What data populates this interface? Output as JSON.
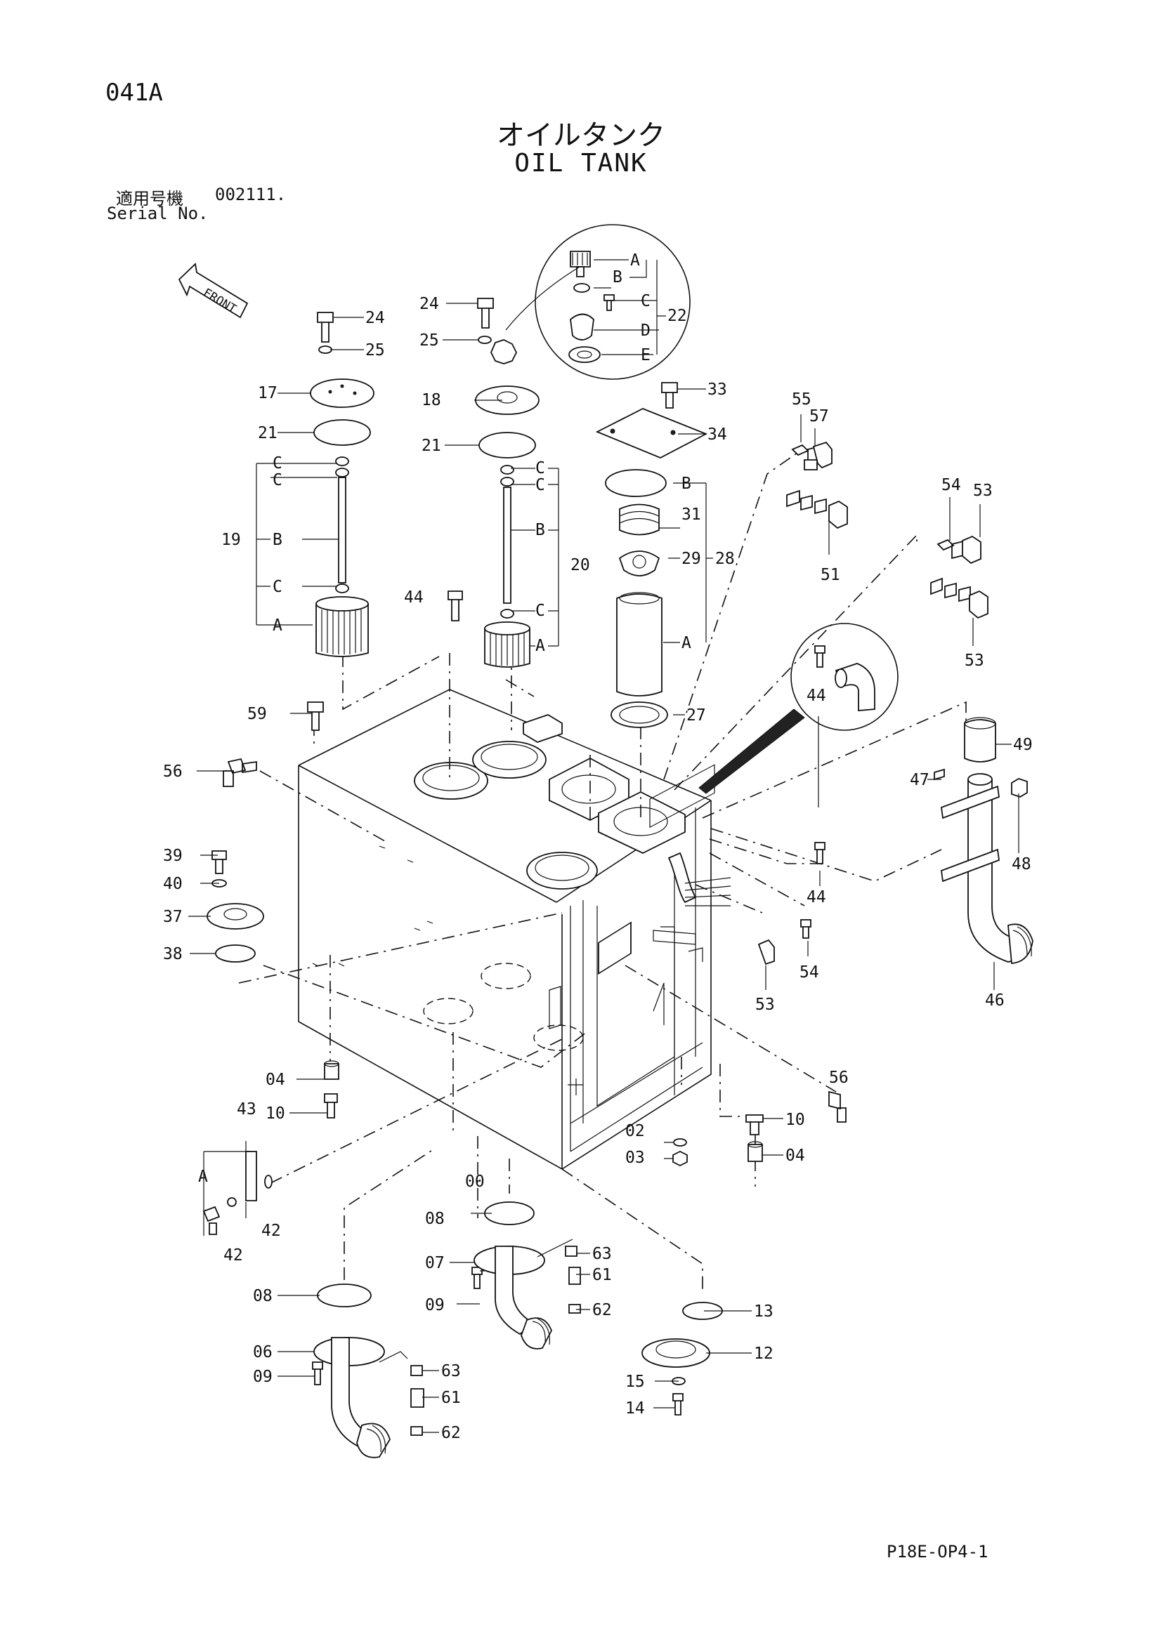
{
  "header": {
    "page_code": "041A",
    "title_jp": "オイルタンク",
    "title_en": "OIL TANK",
    "serial_label_jp": "適用号機",
    "serial_value": "002111.",
    "serial_label_en": "Serial No."
  },
  "front_arrow_label": "FRONT",
  "doc_code": "P18E-OP4-1",
  "callouts": [
    {
      "id": "c24a",
      "text": "24"
    },
    {
      "id": "c25a",
      "text": "25"
    },
    {
      "id": "c17",
      "text": "17"
    },
    {
      "id": "c21a",
      "text": "21"
    },
    {
      "id": "c19",
      "text": "19"
    },
    {
      "id": "c19B",
      "text": "B"
    },
    {
      "id": "c19C1",
      "text": "C"
    },
    {
      "id": "c19C2",
      "text": "C"
    },
    {
      "id": "c19C3",
      "text": "C"
    },
    {
      "id": "c19A",
      "text": "A"
    },
    {
      "id": "c24b",
      "text": "24"
    },
    {
      "id": "c25b",
      "text": "25"
    },
    {
      "id": "c18",
      "text": "18"
    },
    {
      "id": "c21b",
      "text": "21"
    },
    {
      "id": "c20",
      "text": "20"
    },
    {
      "id": "c20B",
      "text": "B"
    },
    {
      "id": "c20C1",
      "text": "C"
    },
    {
      "id": "c20C2",
      "text": "C"
    },
    {
      "id": "c20C3",
      "text": "C"
    },
    {
      "id": "c20A",
      "text": "A"
    },
    {
      "id": "c22",
      "text": "22"
    },
    {
      "id": "c22A",
      "text": "A"
    },
    {
      "id": "c22B",
      "text": "B"
    },
    {
      "id": "c22C",
      "text": "C"
    },
    {
      "id": "c22D",
      "text": "D"
    },
    {
      "id": "c22E",
      "text": "E"
    },
    {
      "id": "c33",
      "text": "33"
    },
    {
      "id": "c34",
      "text": "34"
    },
    {
      "id": "c28",
      "text": "28"
    },
    {
      "id": "c28B",
      "text": "B"
    },
    {
      "id": "c31",
      "text": "31"
    },
    {
      "id": "c29",
      "text": "29"
    },
    {
      "id": "c28A",
      "text": "A"
    },
    {
      "id": "c27",
      "text": "27"
    },
    {
      "id": "c55",
      "text": "55"
    },
    {
      "id": "c57",
      "text": "57"
    },
    {
      "id": "c51",
      "text": "51"
    },
    {
      "id": "c54a",
      "text": "54"
    },
    {
      "id": "c53a",
      "text": "53"
    },
    {
      "id": "c53b",
      "text": "53"
    },
    {
      "id": "c44a",
      "text": "44"
    },
    {
      "id": "c44b",
      "text": "44"
    },
    {
      "id": "c44c",
      "text": "44"
    },
    {
      "id": "c49",
      "text": "49"
    },
    {
      "id": "c47",
      "text": "47"
    },
    {
      "id": "c48",
      "text": "48"
    },
    {
      "id": "c46",
      "text": "46"
    },
    {
      "id": "c54b",
      "text": "54"
    },
    {
      "id": "c53c",
      "text": "53"
    },
    {
      "id": "c59",
      "text": "59"
    },
    {
      "id": "c56a",
      "text": "56"
    },
    {
      "id": "c56b",
      "text": "56"
    },
    {
      "id": "c39",
      "text": "39"
    },
    {
      "id": "c40",
      "text": "40"
    },
    {
      "id": "c37",
      "text": "37"
    },
    {
      "id": "c38",
      "text": "38"
    },
    {
      "id": "c04a",
      "text": "04"
    },
    {
      "id": "c10a",
      "text": "10"
    },
    {
      "id": "c43",
      "text": "43"
    },
    {
      "id": "c43A",
      "text": "A"
    },
    {
      "id": "c42a",
      "text": "42"
    },
    {
      "id": "c42b",
      "text": "42"
    },
    {
      "id": "c00",
      "text": "00"
    },
    {
      "id": "c02",
      "text": "02"
    },
    {
      "id": "c03",
      "text": "03"
    },
    {
      "id": "c10b",
      "text": "10"
    },
    {
      "id": "c04b",
      "text": "04"
    },
    {
      "id": "c08a",
      "text": "08"
    },
    {
      "id": "c07",
      "text": "07"
    },
    {
      "id": "c09a",
      "text": "09"
    },
    {
      "id": "c63a",
      "text": "63"
    },
    {
      "id": "c61a",
      "text": "61"
    },
    {
      "id": "c62a",
      "text": "62"
    },
    {
      "id": "c13",
      "text": "13"
    },
    {
      "id": "c12",
      "text": "12"
    },
    {
      "id": "c15",
      "text": "15"
    },
    {
      "id": "c14",
      "text": "14"
    },
    {
      "id": "c08b",
      "text": "08"
    },
    {
      "id": "c06",
      "text": "06"
    },
    {
      "id": "c09b",
      "text": "09"
    },
    {
      "id": "c63b",
      "text": "63"
    },
    {
      "id": "c61b",
      "text": "61"
    },
    {
      "id": "c62b",
      "text": "62"
    }
  ]
}
